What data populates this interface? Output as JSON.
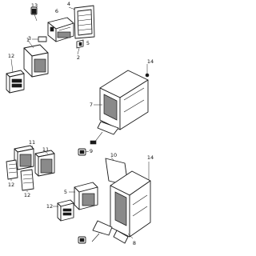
{
  "callouts": {
    "upper_left": {
      "c13": "13",
      "c6": "6",
      "c4": "4",
      "c3": "3",
      "c5": "5",
      "c1": "1",
      "c2": "2",
      "c12": "12"
    },
    "upper_right": {
      "c14": "14",
      "c7": "7"
    },
    "lower_left": {
      "c11a": "11",
      "c11b": "11",
      "c12a": "12",
      "c12b": "12",
      "c9": "9"
    },
    "lower_right": {
      "c10": "10",
      "c14": "14",
      "c5": "5",
      "c12": "12",
      "c8": "8"
    }
  }
}
